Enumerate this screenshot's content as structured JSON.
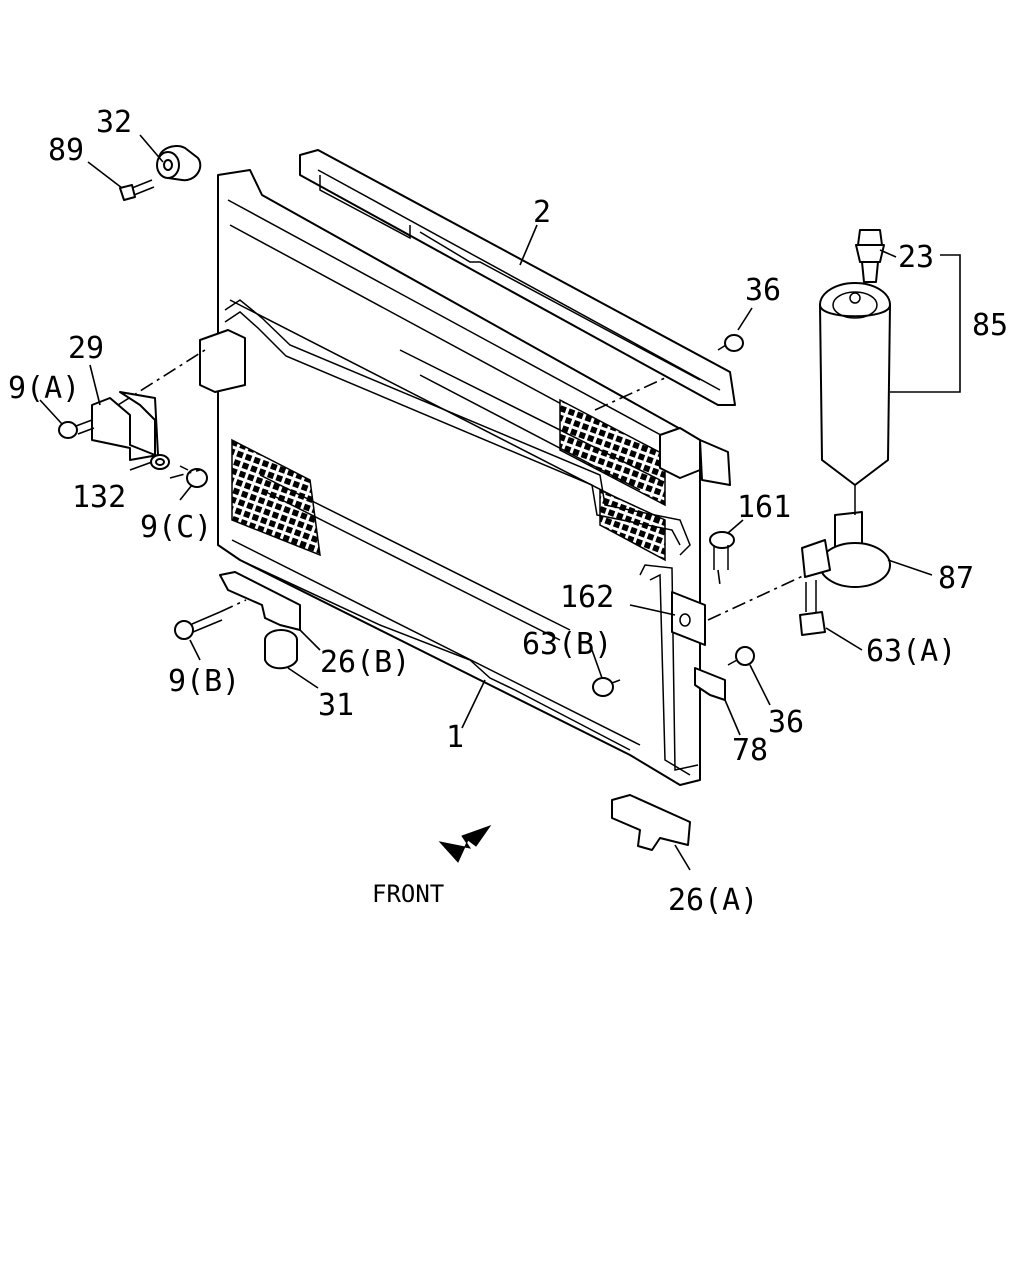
{
  "callouts": {
    "c32": "32",
    "c89": "89",
    "c2": "2",
    "c23": "23",
    "c85": "85",
    "c36_top": "36",
    "c29": "29",
    "c9a": "9(A)",
    "c132": "132",
    "c9c": "9(C)",
    "c161": "161",
    "c87": "87",
    "c162": "162",
    "c63b": "63(B)",
    "c63a": "63(A)",
    "c9b": "9(B)",
    "c26b": "26(B)",
    "c31": "31",
    "c36_bottom": "36",
    "c78": "78",
    "c1": "1",
    "c26a": "26(A)"
  },
  "front_label": "FRONT"
}
